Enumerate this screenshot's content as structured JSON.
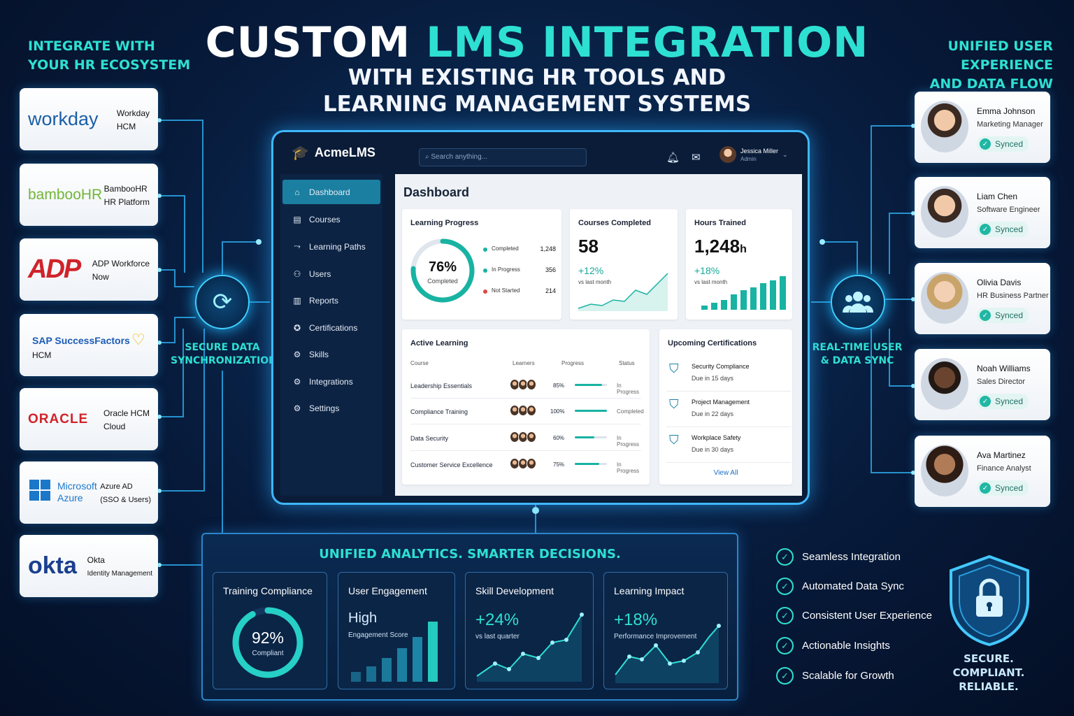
{
  "header": {
    "title_part1": "CUSTOM",
    "title_part2": "LMS INTEGRATION",
    "subtitle_line1": "WITH EXISTING HR TOOLS AND",
    "subtitle_line2": "LEARNING MANAGEMENT SYSTEMS"
  },
  "left_heading": {
    "line1": "INTEGRATE WITH",
    "line2": "YOUR HR ECOSYSTEM"
  },
  "right_heading": {
    "line1": "UNIFIED USER EXPERIENCE",
    "line2": "AND DATA FLOW"
  },
  "integrations": [
    {
      "logo": "workday",
      "name_line1": "Workday",
      "name_line2": "HCM",
      "logo_color": "#1a5ea8"
    },
    {
      "logo": "bambooHR",
      "name_line1": "BambooHR",
      "name_line2": "HR Platform",
      "logo_color": "#73b53a"
    },
    {
      "logo": "ADP",
      "name_line1": "ADP Workforce",
      "name_line2": "Now",
      "logo_color": "#d0232a"
    },
    {
      "logo": "SAP SuccessFactors",
      "name_line1": "HCM",
      "name_line2": "",
      "logo_color": "#1b5bb5"
    },
    {
      "logo": "ORACLE",
      "name_line1": "Oracle HCM",
      "name_line2": "Cloud",
      "logo_color": "#d0232a"
    },
    {
      "logo": "Microsoft Azure",
      "name_line1": "Azure AD",
      "name_line2": "(SSO & Users)",
      "logo_color": "#1b77c9"
    },
    {
      "logo": "okta",
      "name_line1": "Okta",
      "name_line2": "Identity Management",
      "logo_color": "#1b3f8f"
    }
  ],
  "left_hub": {
    "label_line1": "SECURE DATA",
    "label_line2": "SYNCHRONIZATION",
    "icon": "sync-icon"
  },
  "right_hub": {
    "label_line1": "REAL-TIME USER",
    "label_line2": "& DATA SYNC",
    "icon": "users-icon"
  },
  "users": [
    {
      "name": "Emma Johnson",
      "role": "Marketing Manager",
      "status": "Synced"
    },
    {
      "name": "Liam Chen",
      "role": "Software Engineer",
      "status": "Synced"
    },
    {
      "name": "Olivia Davis",
      "role": "HR Business Partner",
      "status": "Synced"
    },
    {
      "name": "Noah Williams",
      "role": "Sales Director",
      "status": "Synced"
    },
    {
      "name": "Ava Martinez",
      "role": "Finance Analyst",
      "status": "Synced"
    }
  ],
  "app": {
    "brand": "AcmeLMS",
    "search_placeholder": "Search anything...",
    "user_name": "Jessica Miller",
    "user_role": "Admin",
    "nav": [
      "Dashboard",
      "Courses",
      "Learning Paths",
      "Users",
      "Reports",
      "Certifications",
      "Skills",
      "Integrations",
      "Settings"
    ],
    "page_title": "Dashboard",
    "learning_progress": {
      "title": "Learning Progress",
      "percent_label": "76%",
      "percent": 76,
      "caption": "Completed",
      "legend": [
        {
          "label": "Completed",
          "value": "1,248",
          "color": "#18b3a2"
        },
        {
          "label": "In Progress",
          "value": "356",
          "color": "#18b3a2"
        },
        {
          "label": "Not Started",
          "value": "214",
          "color": "#e04848"
        }
      ]
    },
    "courses_completed": {
      "title": "Courses Completed",
      "value": "58",
      "delta": "+12%",
      "sub": "vs last month"
    },
    "hours_trained": {
      "title": "Hours Trained",
      "value": "1,248",
      "unit": "h",
      "delta": "+18%",
      "sub": "vs last month"
    },
    "active_learning": {
      "title": "Active Learning",
      "headers": [
        "Course",
        "Learners",
        "Progress",
        "Status"
      ],
      "rows": [
        {
          "course": "Leadership Essentials",
          "progress": "85%",
          "pct": 85,
          "status": "In Progress"
        },
        {
          "course": "Compliance Training",
          "progress": "100%",
          "pct": 100,
          "status": "Completed"
        },
        {
          "course": "Data Security",
          "progress": "60%",
          "pct": 60,
          "status": "In Progress"
        },
        {
          "course": "Customer Service Excellence",
          "progress": "75%",
          "pct": 75,
          "status": "In Progress"
        }
      ]
    },
    "certifications": {
      "title": "Upcoming Certifications",
      "items": [
        {
          "name": "Security Compliance",
          "due": "Due in 15 days"
        },
        {
          "name": "Project Management",
          "due": "Due in 22 days"
        },
        {
          "name": "Workplace Safety",
          "due": "Due in 30 days"
        }
      ],
      "view_all": "View All"
    }
  },
  "analytics": {
    "title": "UNIFIED ANALYTICS. SMARTER DECISIONS.",
    "training_compliance": {
      "title": "Training Compliance",
      "value": "92%",
      "percent": 92,
      "sub": "Compliant"
    },
    "user_engagement": {
      "title": "User Engagement",
      "value": "High",
      "sub": "Engagement Score"
    },
    "skill_development": {
      "title": "Skill Development",
      "value": "+24%",
      "sub": "vs last quarter"
    },
    "learning_impact": {
      "title": "Learning Impact",
      "value": "+18%",
      "sub": "Performance Improvement"
    }
  },
  "benefits": [
    "Seamless Integration",
    "Automated Data Sync",
    "Consistent User Experience",
    "Actionable Insights",
    "Scalable for Growth"
  ],
  "security": {
    "line1": "SECURE.",
    "line2": "COMPLIANT.",
    "line3": "RELIABLE."
  },
  "colors": {
    "accent": "#2ee0d2",
    "glow": "#3fb8ff",
    "background": "#071a3a"
  }
}
